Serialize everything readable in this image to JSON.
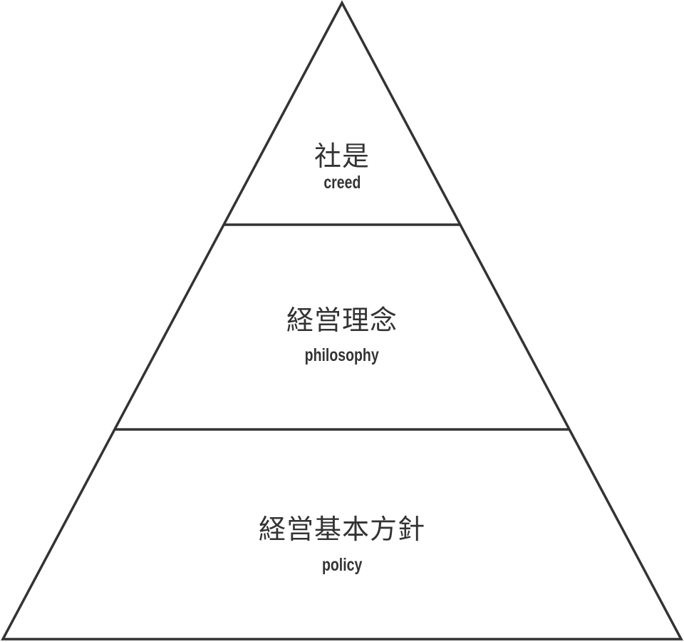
{
  "tiers": [
    {
      "title": "社是",
      "subtitle": "creed"
    },
    {
      "title": "経営理念",
      "subtitle": "philosophy"
    },
    {
      "title": "経営基本方針",
      "subtitle": "policy"
    }
  ],
  "colors": {
    "stroke": "#333333",
    "text": "#333333"
  }
}
